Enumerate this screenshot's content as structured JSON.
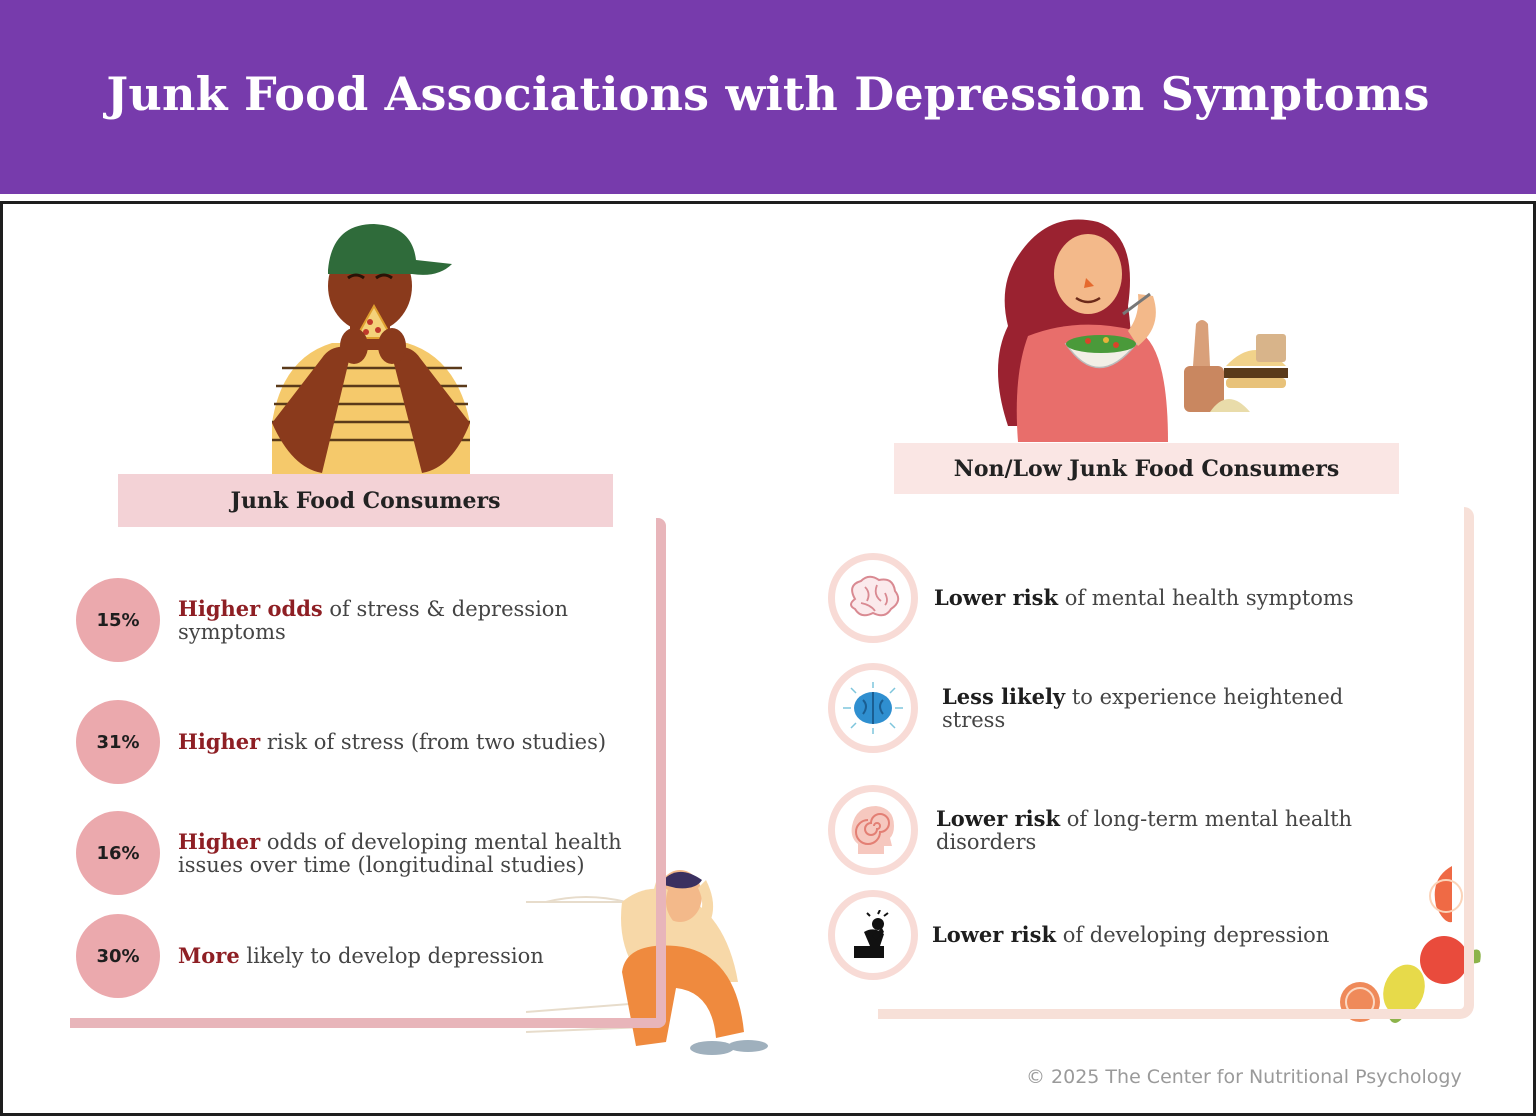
{
  "header": {
    "title": "Junk Food Associations with Depression Symptoms"
  },
  "left": {
    "label": "Junk Food Consumers",
    "stats": [
      {
        "value": "15%",
        "highlight": "Higher odds",
        "rest": " of stress & depression symptoms"
      },
      {
        "value": "31%",
        "highlight": "Higher",
        "rest": " risk of stress (from two studies)"
      },
      {
        "value": "16%",
        "highlight": "Higher",
        "rest": " odds of developing mental health issues over time (longitudinal studies)"
      },
      {
        "value": "30%",
        "highlight": "More",
        "rest": " likely to develop depression"
      }
    ]
  },
  "right": {
    "label": "Non/Low Junk Food Consumers",
    "benefits": [
      {
        "icon": "brain-icon",
        "bold": "Lower risk",
        "rest": " of mental health symptoms"
      },
      {
        "icon": "calm-brain-icon",
        "bold": "Less likely",
        "rest": " to experience heightened stress"
      },
      {
        "icon": "head-spiral-icon",
        "bold": "Lower risk",
        "rest": " of long-term mental health disorders"
      },
      {
        "icon": "depressed-person-icon",
        "bold": "Lower risk",
        "rest": " of developing depression"
      }
    ]
  },
  "footer": {
    "copyright": "© 2025 The Center for Nutritional Psychology"
  },
  "colors": {
    "header": "#773bac",
    "accent_red": "#8e1f24",
    "circle_pink": "#eba9ad"
  }
}
